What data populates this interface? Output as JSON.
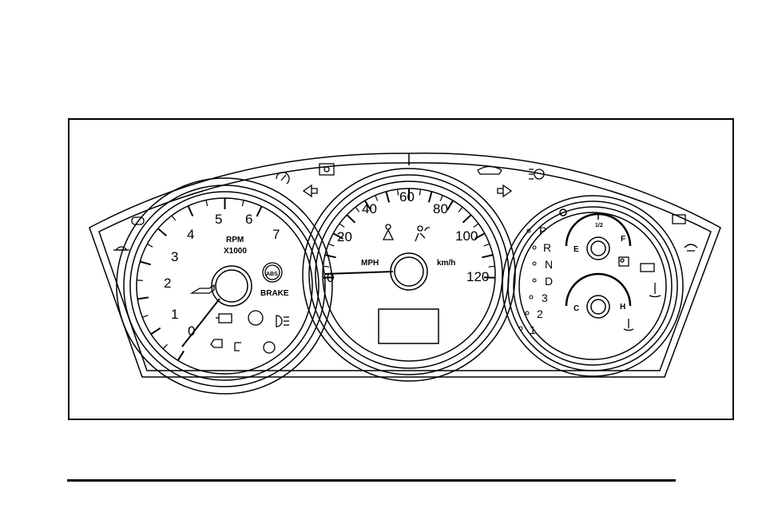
{
  "tachometer": {
    "ticks": [
      "0",
      "1",
      "2",
      "3",
      "4",
      "5",
      "6",
      "7"
    ],
    "unit_line1": "RPM",
    "unit_line2": "X1000",
    "abs_label": "ABS",
    "brake_label": "BRAKE"
  },
  "speedometer": {
    "mph_ticks": [
      "0",
      "20",
      "40",
      "60",
      "80",
      "100",
      "120"
    ],
    "mph_label": "MPH",
    "kmh_label": "km/h"
  },
  "transmission": {
    "positions": [
      "P",
      "R",
      "N",
      "D",
      "3",
      "2",
      "1"
    ]
  },
  "fuel_gauge": {
    "empty_label": "E",
    "half_label": "1/2",
    "full_label": "F"
  },
  "temp_gauge": {
    "cold_label": "C",
    "hot_label": "H"
  },
  "icons": [
    "cruise-control-icon",
    "door-ajar-icon",
    "turn-left-icon",
    "traction-off-icon",
    "tire-pressure-icon",
    "turn-right-icon",
    "security-icon",
    "check-gauges-icon",
    "oil-pressure-icon",
    "engine-icon",
    "stabilitrak-icon",
    "headlamp-icon",
    "charging-icon",
    "airbag-icon",
    "seatbelt-icon",
    "washer-fluid-icon",
    "low-fuel-icon",
    "battery-icon",
    "coolant-temp-icon",
    "service-vehicle-icon"
  ],
  "colors": {
    "line": "#000000",
    "background": "#ffffff"
  }
}
